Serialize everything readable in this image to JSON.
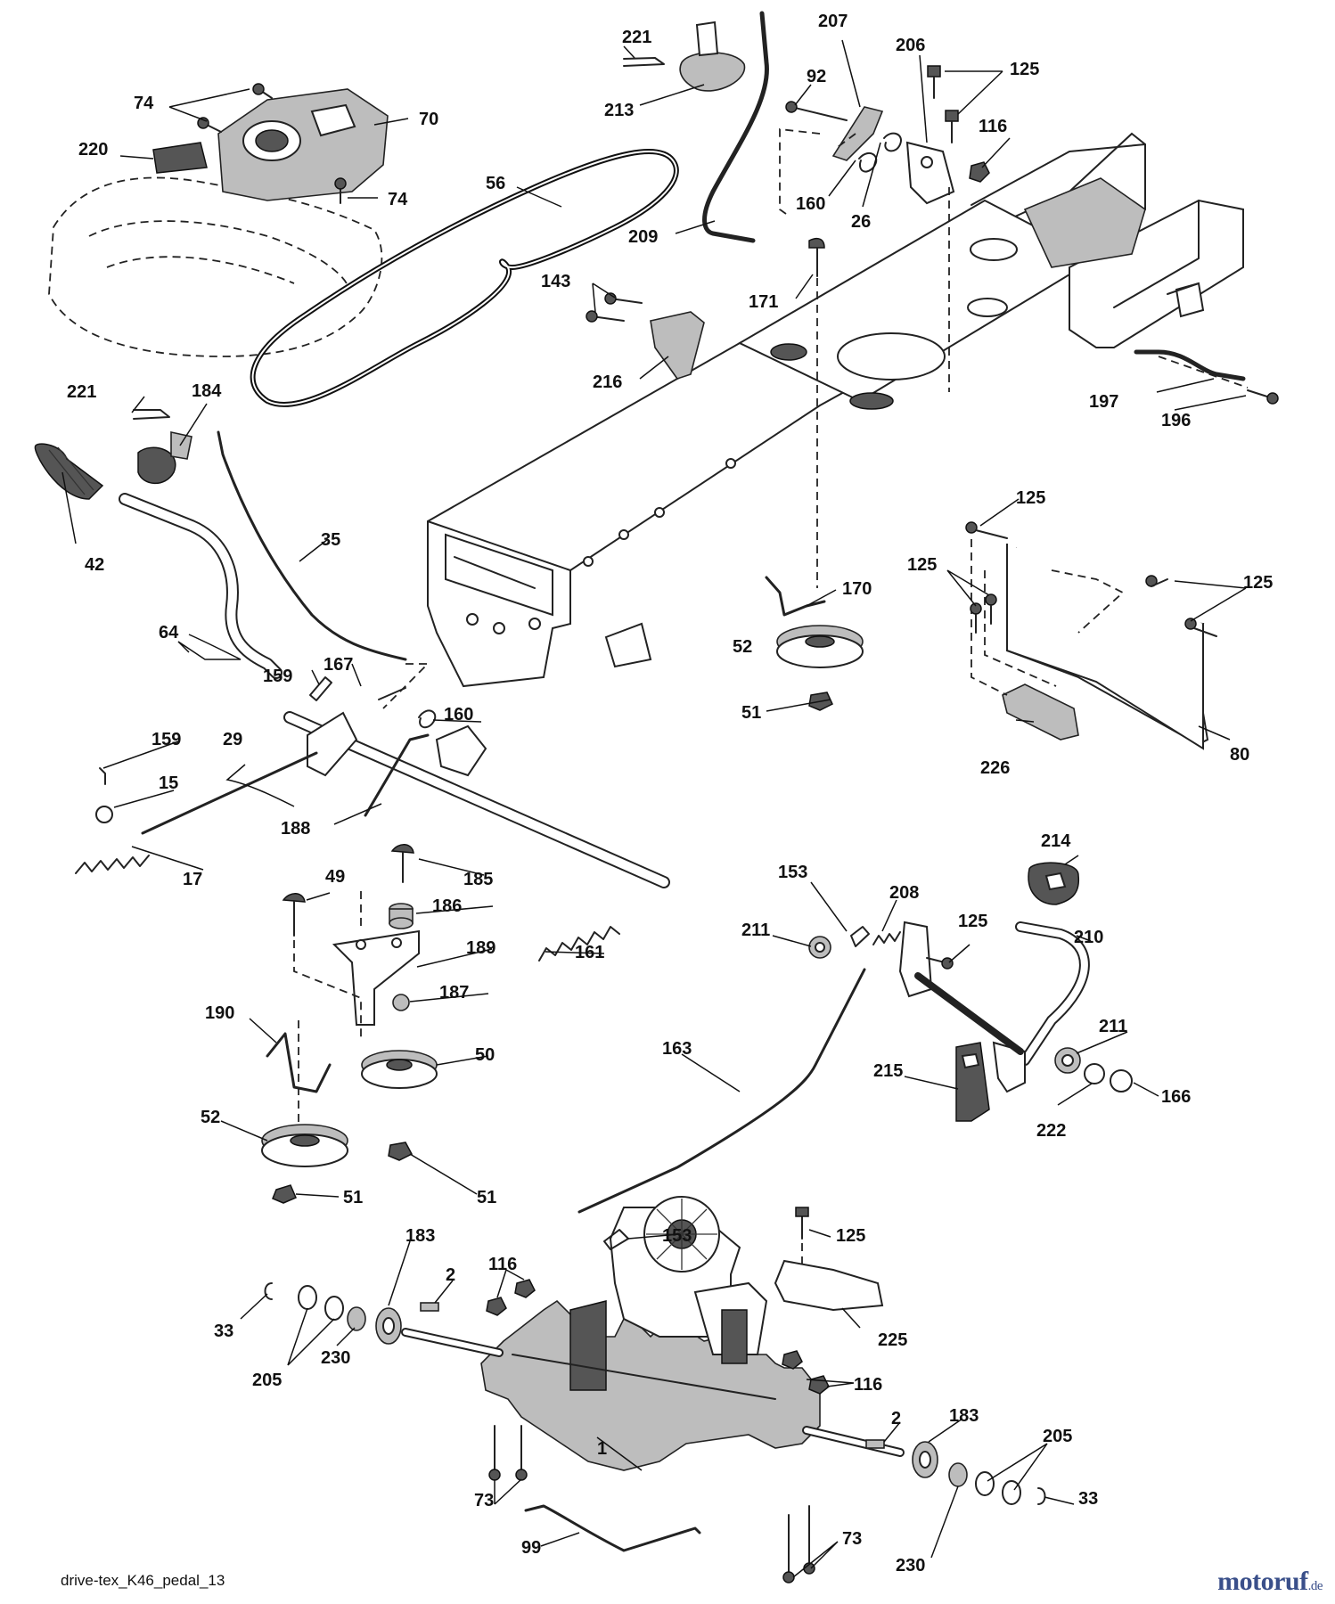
{
  "caption": "drive-tex_K46_pedal_13",
  "watermark": {
    "name": "motoruf",
    "tld": ".de"
  },
  "colors": {
    "ink": "#111111",
    "brand": "#3a4f8a",
    "fill_gray": "#bdbdbd"
  },
  "labels": [
    {
      "id": "221-top",
      "text": "221"
    },
    {
      "id": "213",
      "text": "213"
    },
    {
      "id": "207",
      "text": "207"
    },
    {
      "id": "206",
      "text": "206"
    },
    {
      "id": "125-top",
      "text": "125"
    },
    {
      "id": "92",
      "text": "92"
    },
    {
      "id": "116-top",
      "text": "116"
    },
    {
      "id": "74-a",
      "text": "74"
    },
    {
      "id": "70",
      "text": "70"
    },
    {
      "id": "220",
      "text": "220"
    },
    {
      "id": "74-b",
      "text": "74"
    },
    {
      "id": "56",
      "text": "56"
    },
    {
      "id": "160-top",
      "text": "160"
    },
    {
      "id": "26",
      "text": "26"
    },
    {
      "id": "209",
      "text": "209"
    },
    {
      "id": "143",
      "text": "143"
    },
    {
      "id": "171",
      "text": "171"
    },
    {
      "id": "216",
      "text": "216"
    },
    {
      "id": "197",
      "text": "197"
    },
    {
      "id": "196",
      "text": "196"
    },
    {
      "id": "221-mid",
      "text": "221"
    },
    {
      "id": "184",
      "text": "184"
    },
    {
      "id": "42",
      "text": "42"
    },
    {
      "id": "35",
      "text": "35"
    },
    {
      "id": "125-r1",
      "text": "125"
    },
    {
      "id": "125-r2",
      "text": "125"
    },
    {
      "id": "125-r3",
      "text": "125"
    },
    {
      "id": "170",
      "text": "170"
    },
    {
      "id": "64",
      "text": "64"
    },
    {
      "id": "52-top",
      "text": "52"
    },
    {
      "id": "167",
      "text": "167"
    },
    {
      "id": "159-a",
      "text": "159"
    },
    {
      "id": "160-mid",
      "text": "160"
    },
    {
      "id": "51-top",
      "text": "51"
    },
    {
      "id": "226",
      "text": "226"
    },
    {
      "id": "80",
      "text": "80"
    },
    {
      "id": "159-b",
      "text": "159"
    },
    {
      "id": "29",
      "text": "29"
    },
    {
      "id": "15",
      "text": "15"
    },
    {
      "id": "188",
      "text": "188"
    },
    {
      "id": "17",
      "text": "17"
    },
    {
      "id": "49",
      "text": "49"
    },
    {
      "id": "185",
      "text": "185"
    },
    {
      "id": "186",
      "text": "186"
    },
    {
      "id": "214",
      "text": "214"
    },
    {
      "id": "153-top",
      "text": "153"
    },
    {
      "id": "208",
      "text": "208"
    },
    {
      "id": "211-a",
      "text": "211"
    },
    {
      "id": "125-pedal",
      "text": "125"
    },
    {
      "id": "210",
      "text": "210"
    },
    {
      "id": "189",
      "text": "189"
    },
    {
      "id": "161",
      "text": "161"
    },
    {
      "id": "187",
      "text": "187"
    },
    {
      "id": "190",
      "text": "190"
    },
    {
      "id": "50",
      "text": "50"
    },
    {
      "id": "163",
      "text": "163"
    },
    {
      "id": "211-b",
      "text": "211"
    },
    {
      "id": "215",
      "text": "215"
    },
    {
      "id": "166",
      "text": "166"
    },
    {
      "id": "222",
      "text": "222"
    },
    {
      "id": "52-low",
      "text": "52"
    },
    {
      "id": "51-a",
      "text": "51"
    },
    {
      "id": "51-b",
      "text": "51"
    },
    {
      "id": "153-low",
      "text": "153"
    },
    {
      "id": "125-low",
      "text": "125"
    },
    {
      "id": "183-a",
      "text": "183"
    },
    {
      "id": "116-a",
      "text": "116"
    },
    {
      "id": "2-a",
      "text": "2"
    },
    {
      "id": "33-a",
      "text": "33"
    },
    {
      "id": "225",
      "text": "225"
    },
    {
      "id": "230-a",
      "text": "230"
    },
    {
      "id": "205-a",
      "text": "205"
    },
    {
      "id": "116-b",
      "text": "116"
    },
    {
      "id": "183-b",
      "text": "183"
    },
    {
      "id": "2-b",
      "text": "2"
    },
    {
      "id": "205-b",
      "text": "205"
    },
    {
      "id": "1",
      "text": "1"
    },
    {
      "id": "73-a",
      "text": "73"
    },
    {
      "id": "33-b",
      "text": "33"
    },
    {
      "id": "99",
      "text": "99"
    },
    {
      "id": "73-b",
      "text": "73"
    },
    {
      "id": "230-b",
      "text": "230"
    }
  ]
}
